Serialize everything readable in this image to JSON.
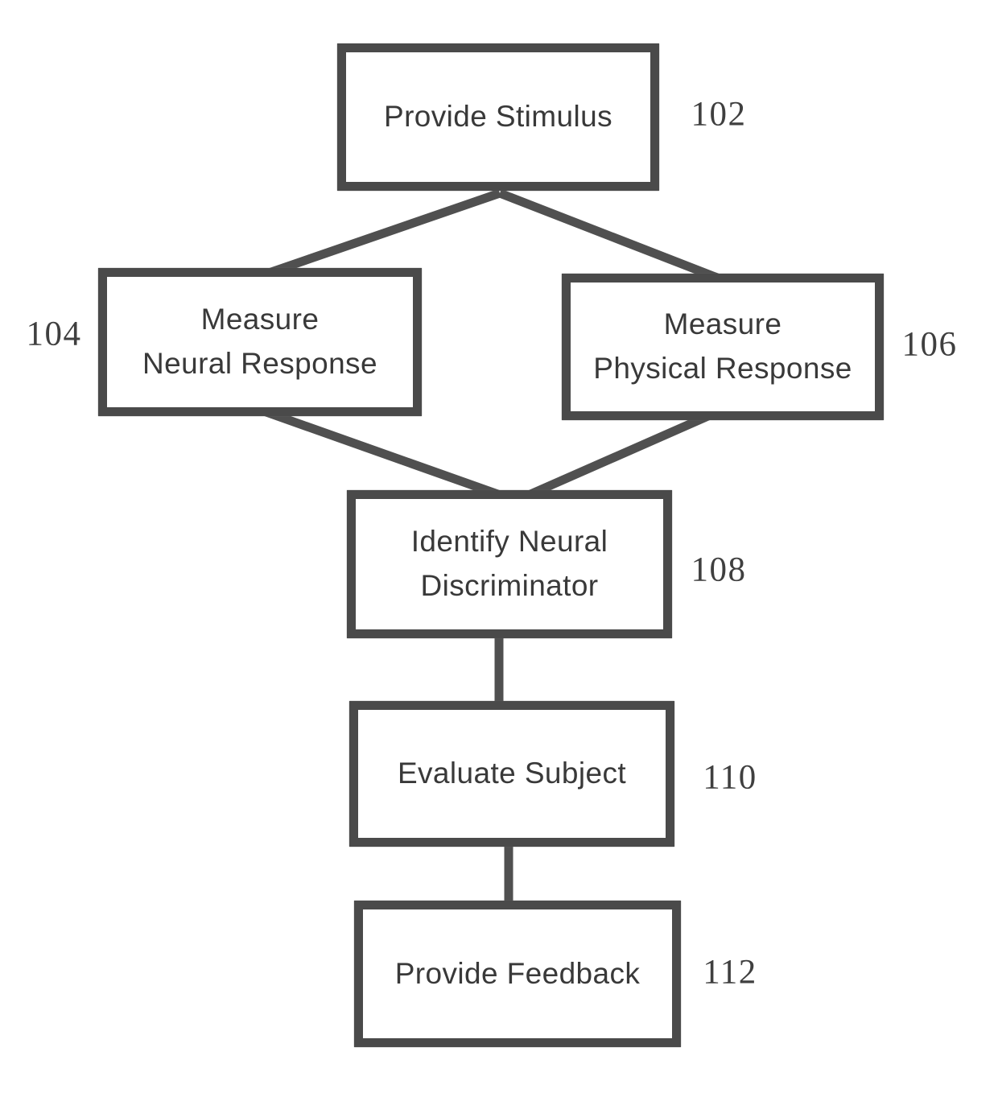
{
  "figure": {
    "type": "flowchart",
    "background": "#ffffff",
    "colors": {
      "box_border": "#4c4c4c",
      "connector_line": "#515151",
      "label_text": "#3b3b3b",
      "ref_text": "#414141"
    },
    "nodes": {
      "n102": {
        "lines": [
          "Provide Stimulus"
        ],
        "ref": "102"
      },
      "n104": {
        "lines": [
          "Measure",
          "Neural Response"
        ],
        "ref": "104"
      },
      "n106": {
        "lines": [
          "Measure",
          "Physical Response"
        ],
        "ref": "106"
      },
      "n108": {
        "lines": [
          "Identify Neural",
          "Discriminator"
        ],
        "ref": "108"
      },
      "n110": {
        "lines": [
          "Evaluate Subject"
        ],
        "ref": "110"
      },
      "n112": {
        "lines": [
          "Provide Feedback"
        ],
        "ref": "112"
      }
    },
    "edges": [
      {
        "from": "102",
        "to": "104"
      },
      {
        "from": "102",
        "to": "106"
      },
      {
        "from": "104",
        "to": "108"
      },
      {
        "from": "106",
        "to": "108"
      },
      {
        "from": "108",
        "to": "110"
      },
      {
        "from": "110",
        "to": "112"
      }
    ]
  }
}
